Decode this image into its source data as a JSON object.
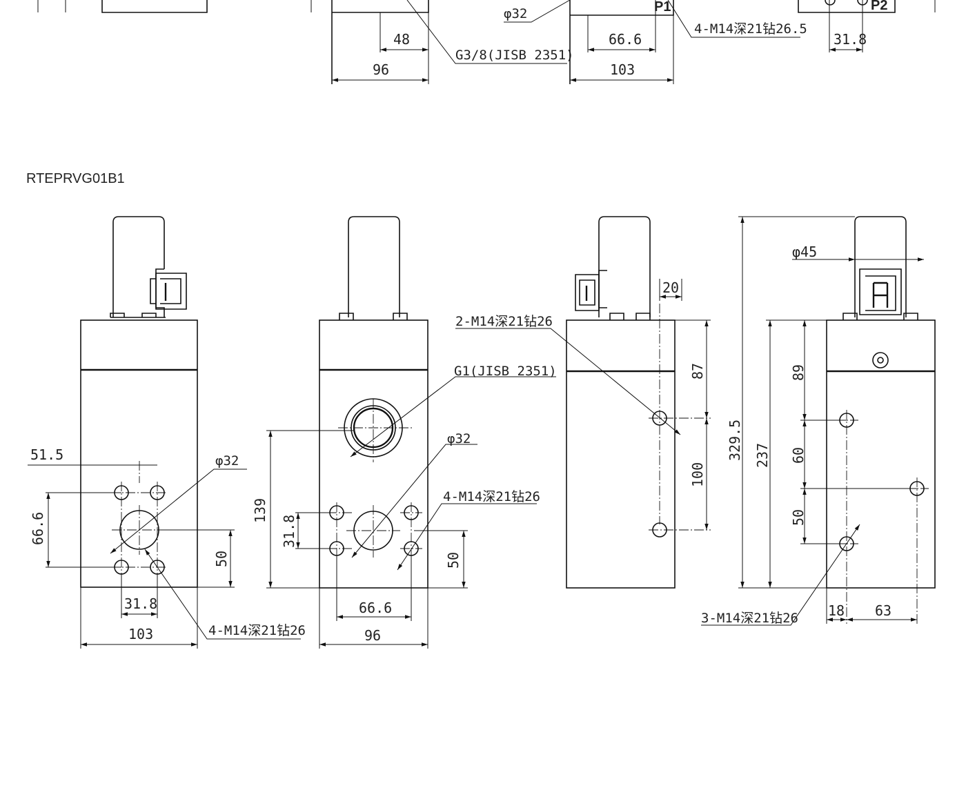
{
  "model": "RTEPRVG01B1",
  "top_fragment": {
    "dims": [
      "48",
      "96",
      "66.6",
      "103",
      "31.8"
    ],
    "callouts": [
      "φ32",
      "G3/8(JISB 2351)",
      "4-M14深21钻26.5"
    ],
    "ports": [
      "P1",
      "P2"
    ]
  },
  "view1": {
    "dims": [
      "51.5",
      "66.6",
      "50",
      "31.8",
      "103"
    ],
    "callouts": [
      "φ32",
      "4-M14深21钻26"
    ]
  },
  "view2": {
    "dims": [
      "139",
      "31.8",
      "50",
      "66.6",
      "96"
    ],
    "callouts": [
      "G1(JISB 2351)",
      "φ32",
      "4-M14深21钻26"
    ]
  },
  "view3": {
    "dims": [
      "20",
      "87",
      "100"
    ],
    "callouts": [
      "2-M14深21钻26"
    ]
  },
  "view4": {
    "dims": [
      "φ45",
      "329.5",
      "237",
      "89",
      "60",
      "50",
      "18",
      "63"
    ],
    "callouts": [
      "3-M14深21钻26"
    ]
  }
}
